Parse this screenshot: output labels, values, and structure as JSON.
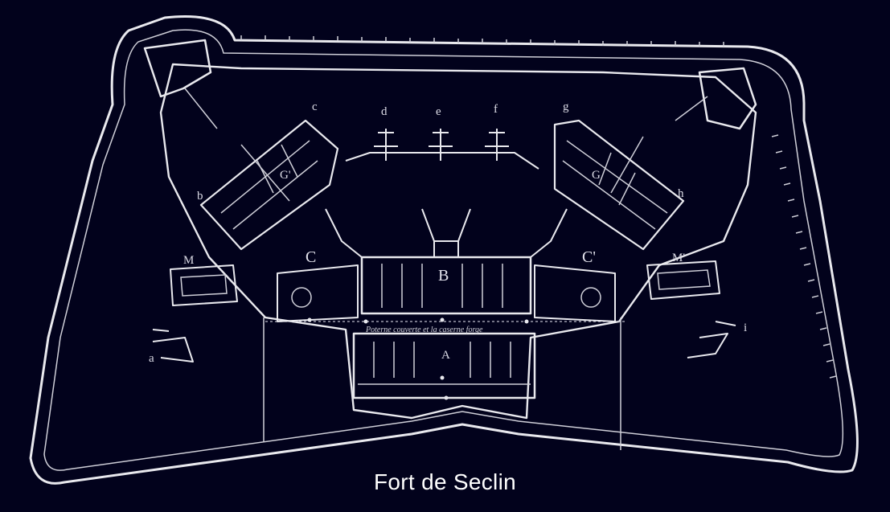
{
  "caption": "Fort de Seclin",
  "labels": {
    "c": "c",
    "d": "d",
    "e": "e",
    "f": "f",
    "g": "g",
    "b": "b",
    "h": "h",
    "a": "a",
    "i": "i",
    "C_left": "C",
    "C_right": "C'",
    "B": "B",
    "A": "A",
    "M_left": "M",
    "M_right": "M'",
    "G_left": "G'",
    "G_right": "G"
  },
  "annotation": "Poterne couverte et la caserne forge",
  "colors": {
    "background": "#02021c",
    "lines": "#e9e9ee",
    "caption": "#ffffff"
  }
}
